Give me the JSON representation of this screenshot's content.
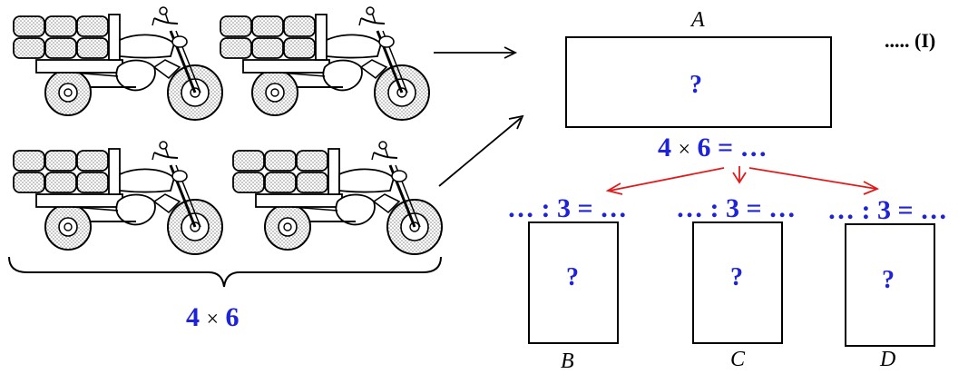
{
  "motorcycles": {
    "count": 4,
    "bundles_per_motorcycle": 6
  },
  "left_expression": {
    "a": "4",
    "op": "×",
    "b": "6"
  },
  "box_a": {
    "label": "A",
    "content": "?"
  },
  "series_marker": "..... (I)",
  "middle_expression": {
    "a": "4",
    "op": "×",
    "b": "6",
    "rest": " = …"
  },
  "divisions": [
    {
      "text": "… : 3 = …"
    },
    {
      "text": "… : 3 = …"
    },
    {
      "text": "… : 3 = …"
    }
  ],
  "boxes_bottom": [
    {
      "label": "B",
      "content": "?"
    },
    {
      "label": "C",
      "content": "?"
    },
    {
      "label": "D",
      "content": "?"
    }
  ],
  "colors": {
    "number_text": "#1f23d6",
    "arrows_red": "#e01b1b",
    "lines": "#000000"
  }
}
